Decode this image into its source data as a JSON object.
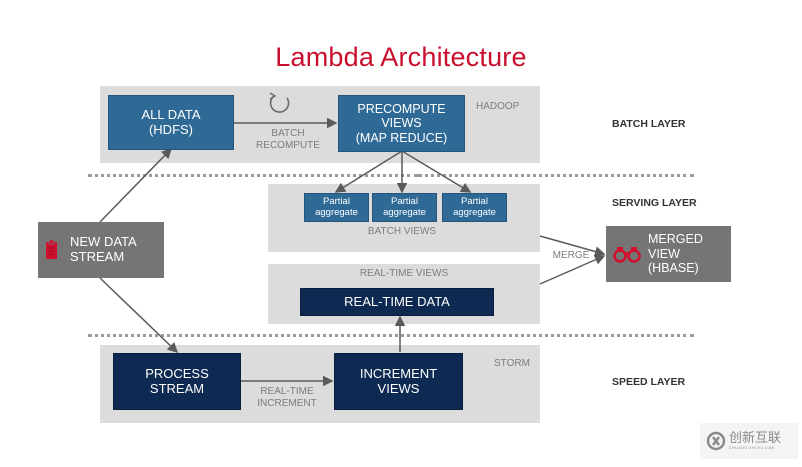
{
  "title": "Lambda Architecture",
  "layers": {
    "batch": "BATCH LAYER",
    "serving": "SERVING LAYER",
    "speed": "SPEED LAYER"
  },
  "batch_panel": {
    "tech_label": "HADOOP",
    "all_data": [
      "ALL DATA",
      "(HDFS)"
    ],
    "batch_recompute": [
      "BATCH",
      "RECOMPUTE"
    ],
    "precompute": [
      "PRECOMPUTE",
      "VIEWS",
      "(MAP REDUCE)"
    ]
  },
  "serving_panel": {
    "partials": [
      [
        "Partial",
        "aggregate"
      ],
      [
        "Partial",
        "aggregate"
      ],
      [
        "Partial",
        "aggregate"
      ]
    ],
    "batch_views_label": "BATCH VIEWS"
  },
  "realtime_panel": {
    "label": "REAL-TIME VIEWS",
    "data_box": "REAL-TIME DATA"
  },
  "speed_panel": {
    "tech_label": "STORM",
    "process_stream": [
      "PROCESS",
      "STREAM"
    ],
    "realtime_increment": [
      "REAL-TIME",
      "INCREMENT"
    ],
    "increment_views": [
      "INCREMENT",
      "VIEWS"
    ]
  },
  "new_data_stream": [
    "NEW DATA",
    "STREAM"
  ],
  "merge_label": "MERGE",
  "merged_view": [
    "MERGED",
    "VIEW",
    "(HBASE)"
  ],
  "icons": {
    "new_data": "clipboard-icon",
    "merged_view": "binoculars-icon",
    "recompute": "refresh-cycle-icon"
  },
  "colors": {
    "title": "#c8102e",
    "batch_box": "#2f6a97",
    "speed_box": "#0f2a52",
    "grey_box": "#757575",
    "icon_accent": "#d0102e",
    "panel": "#dcdcdc"
  },
  "watermark": {
    "text": "创新互联",
    "subtext": "CHUANG XIN HU LIAN"
  }
}
